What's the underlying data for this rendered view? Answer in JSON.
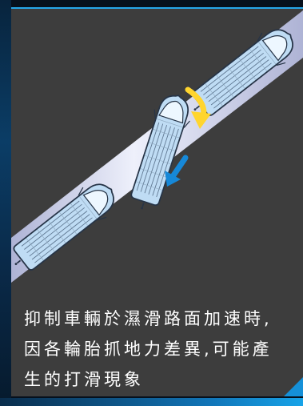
{
  "caption": {
    "lines": [
      "抑制車輛於濕滑路面加速時,",
      "因各輪胎抓地力差異,可能產",
      "生的打滑現象"
    ]
  },
  "colors": {
    "panel": "#3d3d3d",
    "lane_light": "#d6daf4",
    "vehicle_fill": "#bfdcf4",
    "vehicle_stroke": "#263447",
    "yaw_arrow": "#ffd52e",
    "slide_arrow": "#1688d8",
    "accent": "#25a7ea"
  },
  "icons": {
    "yaw": "curved-rotation-arrow-icon",
    "slide": "slide-direction-arrow-icon"
  }
}
